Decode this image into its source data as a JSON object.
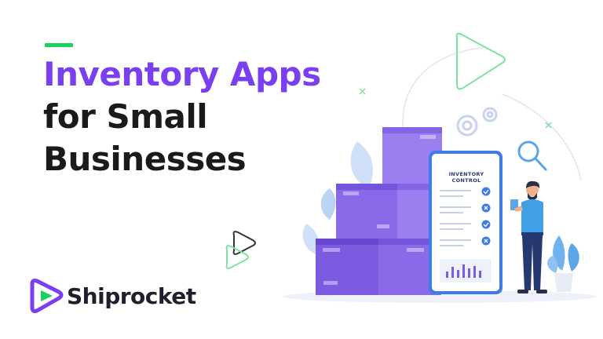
{
  "headline": {
    "line1": "Inventory Apps",
    "line2": "for Small",
    "line3": "Businesses"
  },
  "brand": {
    "name": "Shiprocket"
  },
  "phone": {
    "title": "INVENTORY CONTROL",
    "rows": [
      {
        "status": "check"
      },
      {
        "status": "cross"
      },
      {
        "status": "check"
      },
      {
        "status": "cross"
      }
    ]
  },
  "colors": {
    "accent_green": "#19d15e",
    "headline_purple": "#7b3ff2",
    "box_purple": "#8a6ae8",
    "phone_blue": "#3f7ce8"
  },
  "icons": [
    "play-triangle-icon",
    "gear-icon",
    "magnifier-icon",
    "plant-icon",
    "person-icon",
    "check-icon",
    "cross-icon"
  ]
}
